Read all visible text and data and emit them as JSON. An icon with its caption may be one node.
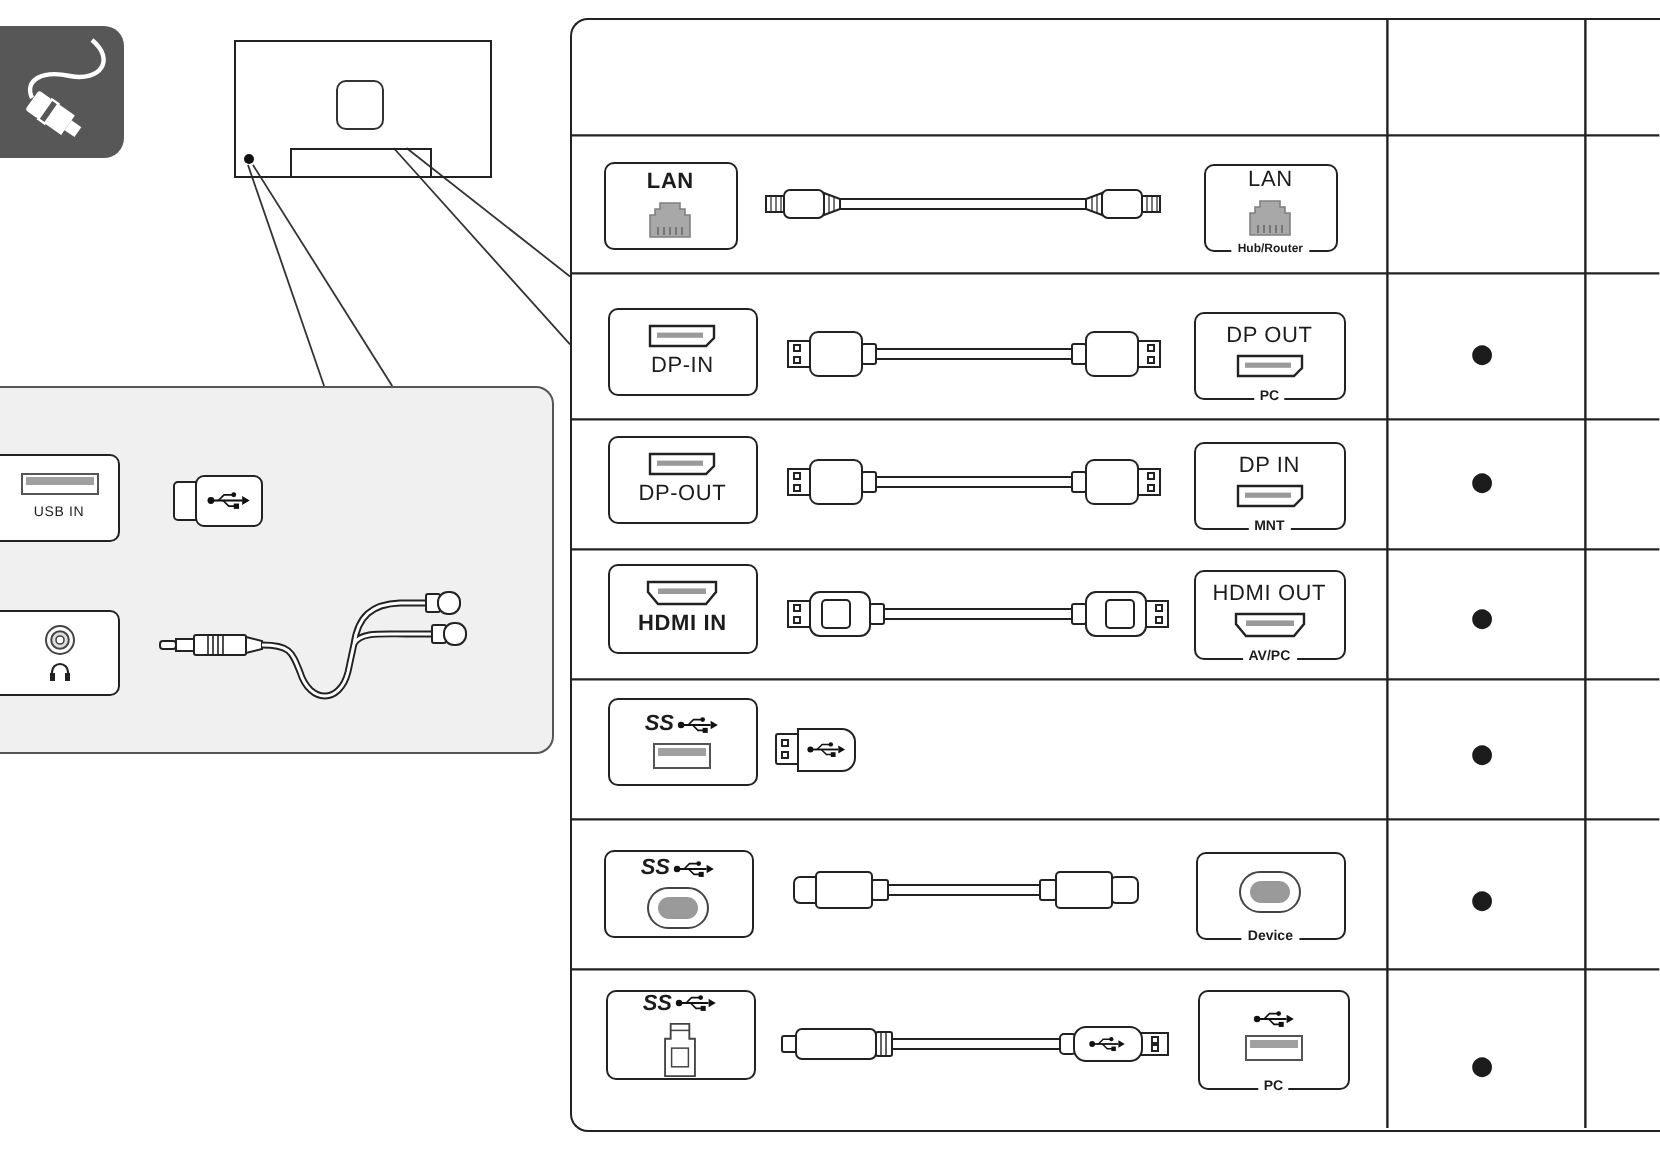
{
  "diagram": {
    "nodes": [
      {
        "text": [],
        "shape": "picture"
      },
      {
        "text": [],
        "shape": "circle",
        "in": 0
      },
      {
        "text": [],
        "shape": "box",
        "in": 0
      },
      {
        "text": [],
        "shape": "box"
      },
      {
        "text": [
          "USB IN"
        ],
        "in": 3
      },
      {
        "text": [],
        "shape": "box",
        "in": 3
      },
      {
        "text": [],
        "shape": "box"
      },
      {
        "text": [
          "LAN"
        ],
        "in": 6
      },
      {
        "text": [
          "LAN",
          "Hub/Router"
        ],
        "in": 6
      },
      {
        "text": [
          "DP-IN"
        ],
        "in": 6
      },
      {
        "text": [
          "DP OUT",
          "PC"
        ],
        "in": 6
      },
      {
        "text": [
          "DP-OUT"
        ],
        "in": 6
      },
      {
        "text": [
          "DP IN",
          "MNT"
        ],
        "in": 6
      },
      {
        "text": [
          "HDMI IN"
        ],
        "in": 6
      },
      {
        "text": [
          "HDMI OUT",
          "AV/PC"
        ],
        "in": 6
      },
      {
        "text": [
          "SS"
        ],
        "in": 6
      },
      {
        "text": [
          "SS"
        ],
        "in": 6
      },
      {
        "text": [
          "Device"
        ],
        "in": 6
      },
      {
        "text": [
          "SS"
        ],
        "in": 6
      },
      {
        "text": [
          "PC"
        ],
        "in": 6
      }
    ],
    "edges": [
      {
        "from": 1,
        "to": 3,
        "arrow": "none"
      },
      {
        "from": 1,
        "to": 3,
        "arrow": "none"
      },
      {
        "from": 2,
        "to": 6,
        "arrow": "none"
      },
      {
        "from": 2,
        "to": 6,
        "arrow": "none"
      }
    ],
    "labels": [
      "●",
      "●",
      "●",
      "●",
      "●",
      "●"
    ]
  }
}
